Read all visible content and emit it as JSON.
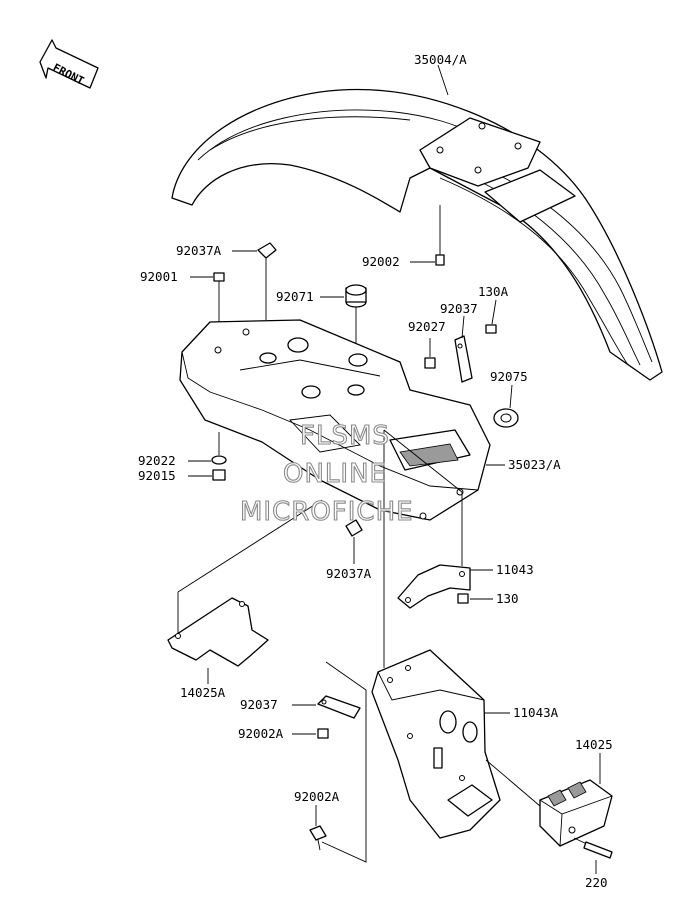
{
  "orientation_label": "FRONT",
  "watermark": {
    "line1": "FLSMS",
    "line2": "ONLINE",
    "line3": "MICROFICHE"
  },
  "labels": {
    "p35004A": "35004/A",
    "p92002_top": "92002",
    "p92037A_top": "92037A",
    "p92001": "92001",
    "p92071": "92071",
    "p92037": "92037",
    "p130A": "130A",
    "p92027": "92027",
    "p92075": "92075",
    "p92022": "92022",
    "p92015": "92015",
    "p35023A": "35023/A",
    "p92037A_bottom": "92037A",
    "p11043": "11043",
    "p130": "130",
    "p14025A": "14025A",
    "p92037_bottom": "92037",
    "p11043A": "11043A",
    "p92002A_1": "92002A",
    "p14025": "14025",
    "p92002A_2": "92002A",
    "p220": "220"
  }
}
